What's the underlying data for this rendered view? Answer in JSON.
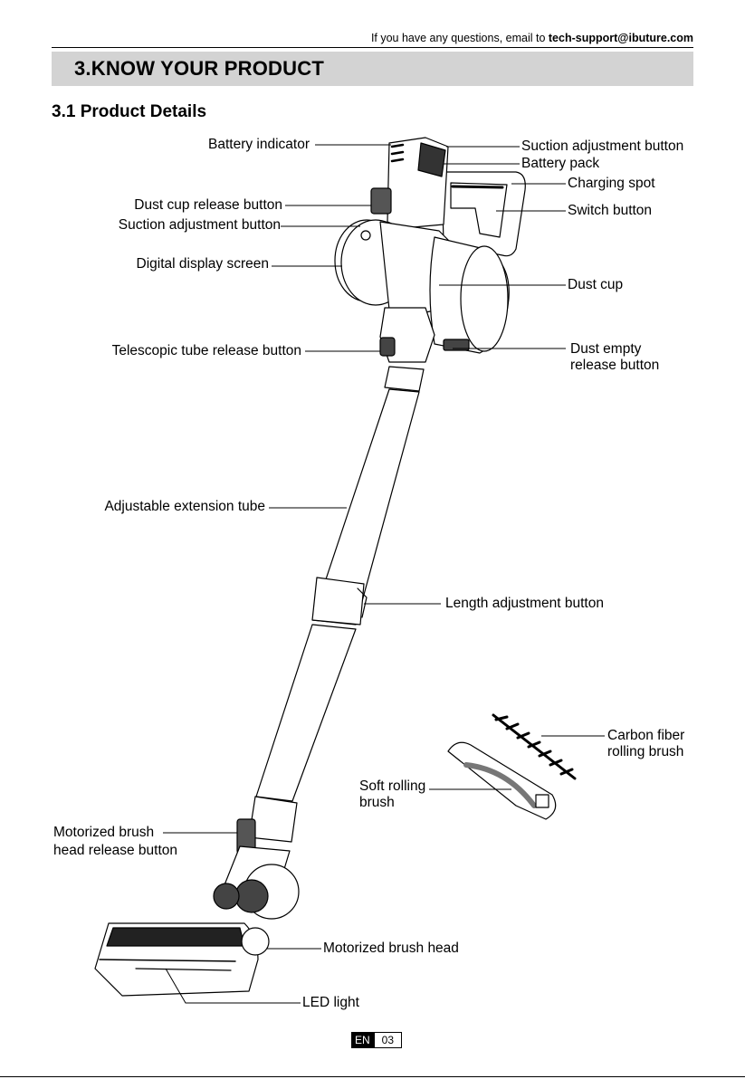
{
  "header": {
    "prefix": "If you have any questions, email to ",
    "email": "tech-support@ibuture.com"
  },
  "section_title": "3.KNOW YOUR PRODUCT",
  "subsection_title": "3.1 Product Details",
  "labels": {
    "battery_indicator": "Battery indicator",
    "suction_adjustment_button_top": "Suction adjustment button",
    "battery_pack": "Battery pack",
    "charging_spot": "Charging spot",
    "dust_cup_release_button": "Dust cup release button",
    "switch_button": "Switch button",
    "suction_adjustment_button_left": "Suction adjustment button",
    "digital_display_screen": "Digital display screen",
    "dust_cup": "Dust cup",
    "telescopic_tube_release_button": "Telescopic tube release button",
    "dust_empty_release_button_1": "Dust empty",
    "dust_empty_release_button_2": "release button",
    "adjustable_extension_tube": "Adjustable extension tube",
    "length_adjustment_button": "Length adjustment button",
    "carbon_fiber_1": "Carbon fiber",
    "carbon_fiber_2": "rolling brush",
    "soft_rolling_1": "Soft rolling",
    "soft_rolling_2": "brush",
    "motorized_release_1": "Motorized brush",
    "motorized_release_2": "head release button",
    "motorized_brush_head": "Motorized brush head",
    "led_light": "LED light"
  },
  "footer": {
    "lang": "EN",
    "page": "03"
  }
}
